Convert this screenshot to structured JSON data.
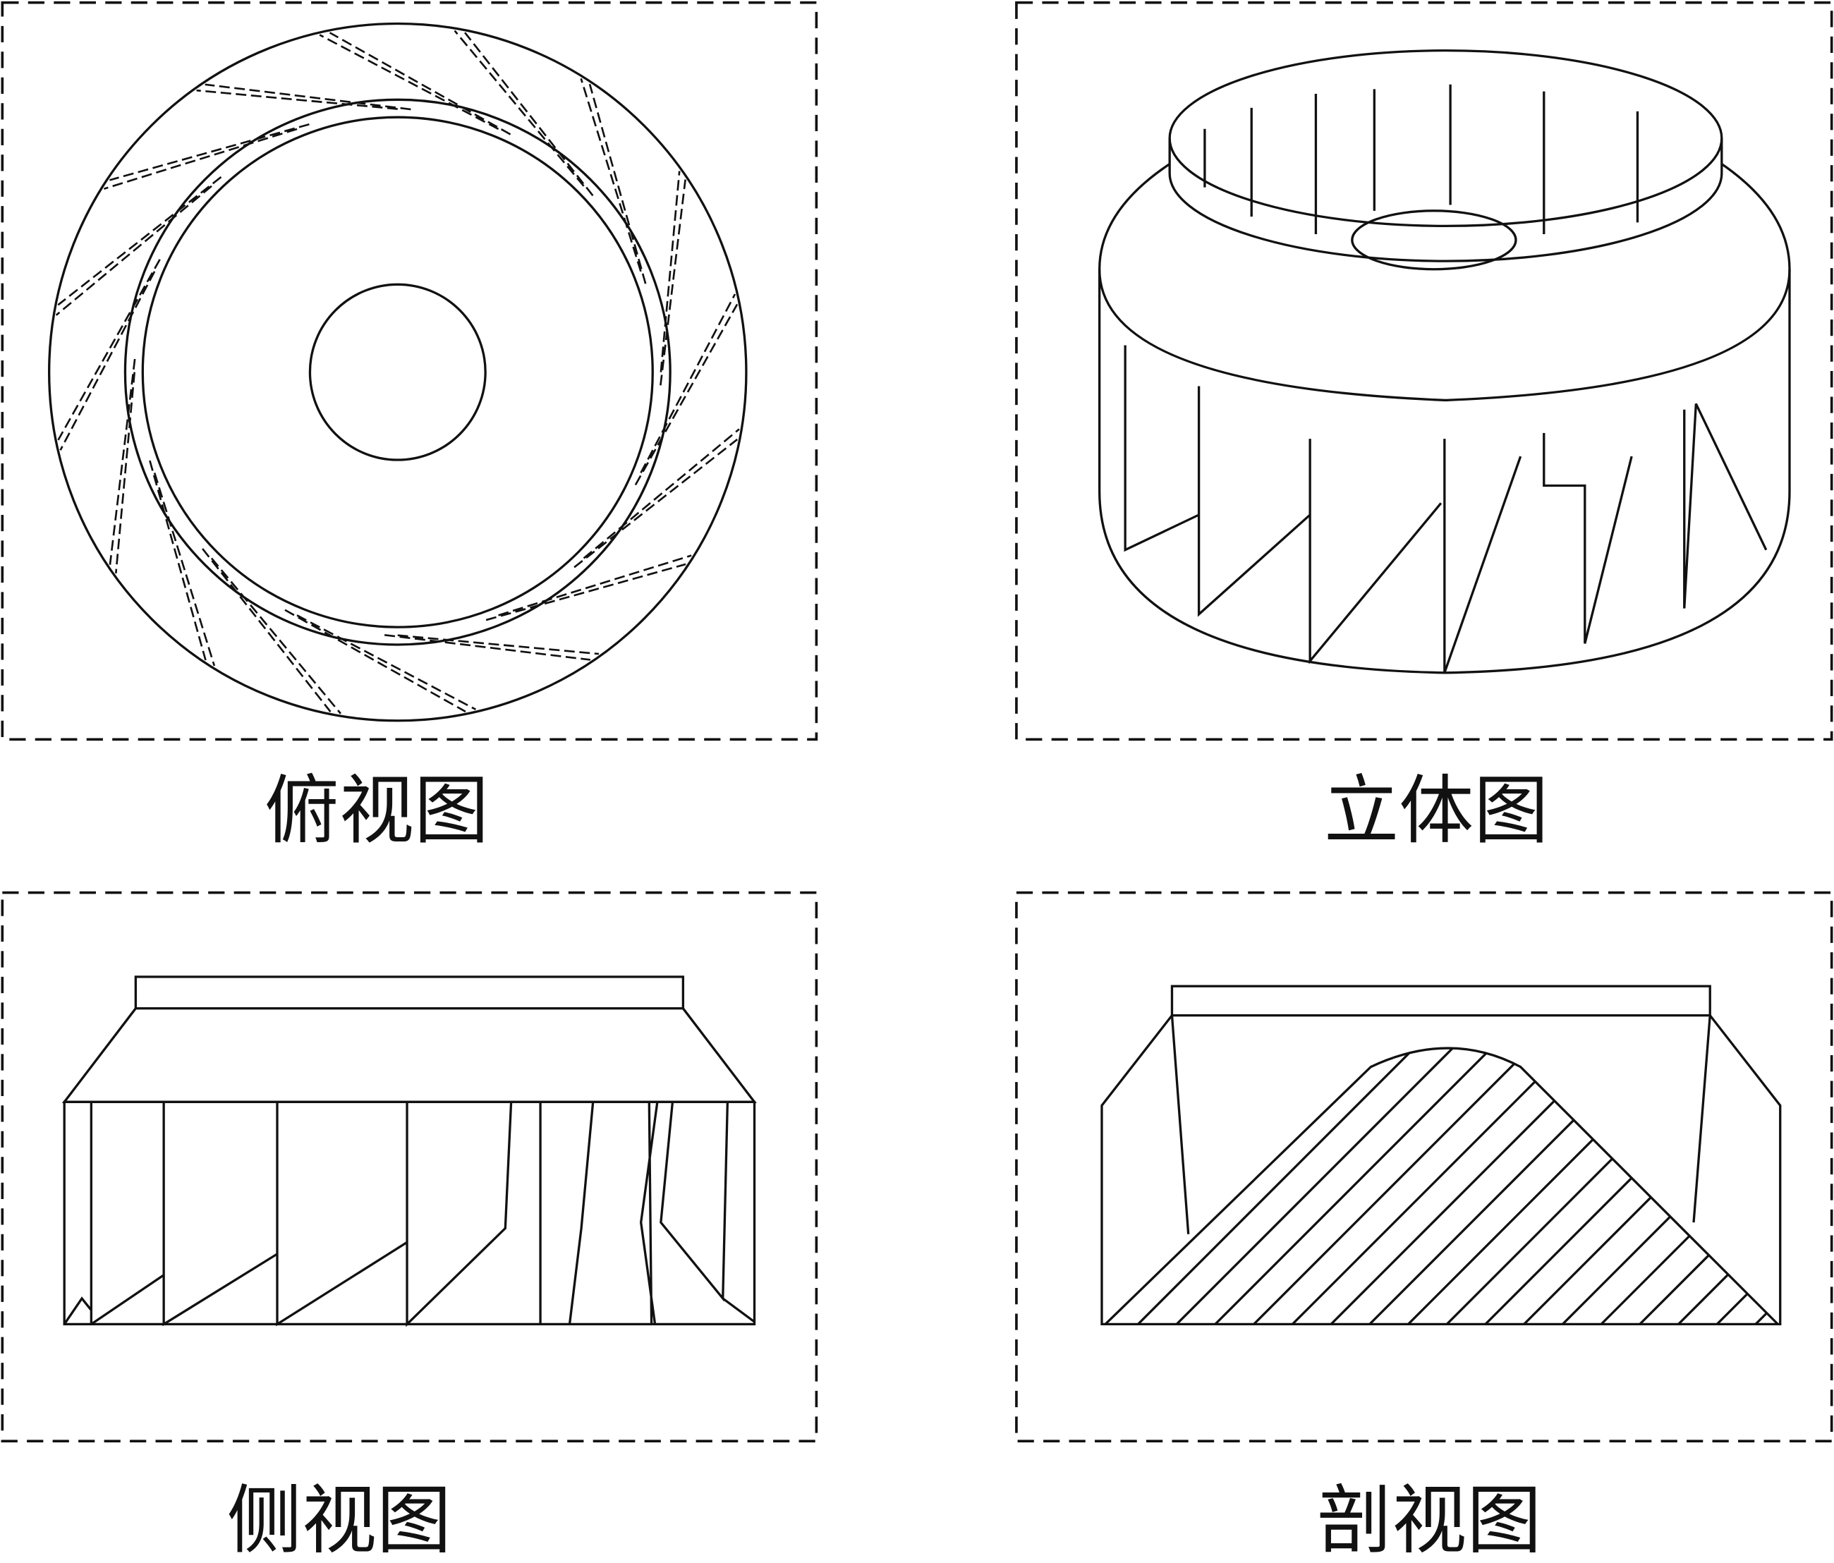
{
  "panels": [
    {
      "id": "top",
      "caption": "俯视图"
    },
    {
      "id": "iso",
      "caption": "立体图"
    },
    {
      "id": "side",
      "caption": "侧视图"
    },
    {
      "id": "section",
      "caption": "剖视图"
    }
  ],
  "impeller": {
    "blade_count": 16
  }
}
